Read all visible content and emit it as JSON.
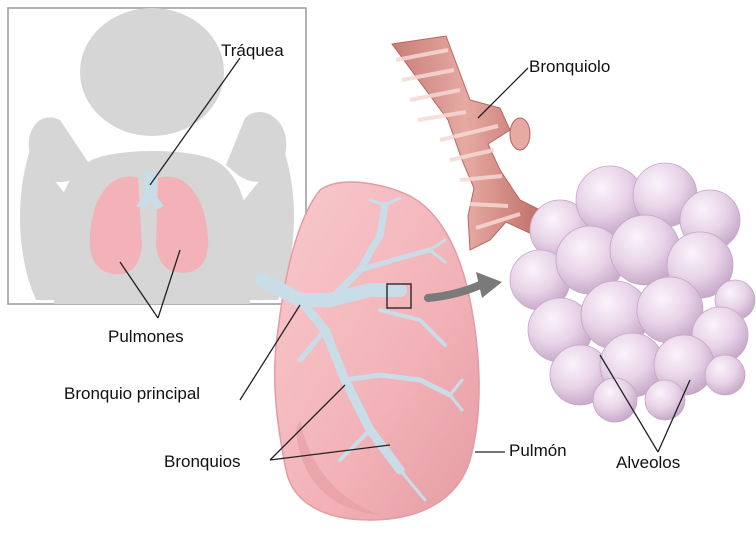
{
  "labels": {
    "trachea": "Tráquea",
    "lungs": "Pulmones",
    "main_bronchus": "Bronquio principal",
    "bronchi": "Bronquios",
    "bronchiole": "Bronquiolo",
    "lung": "Pulmón",
    "alveoli": "Alveolos"
  },
  "colors": {
    "silhouette": "#d6d6d6",
    "lung_pink": "#f2b2b7",
    "lung_shadow": "#e49ba2",
    "airway_blue": "#c9dde8",
    "bronchiole_brown": "#d68f88",
    "alveoli_lilac": "#e6d2e6",
    "arrow_gray": "#7a7a7a",
    "leader_line": "#222222"
  }
}
